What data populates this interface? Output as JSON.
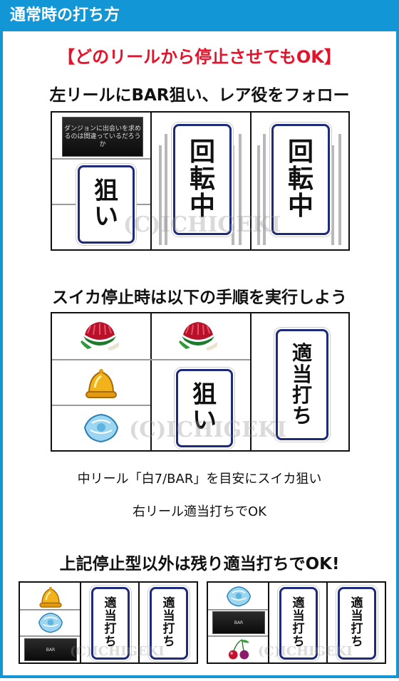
{
  "header": {
    "title": "通常時の打ち方"
  },
  "section1": {
    "red_title": "【どのリールから停止させてもOK】",
    "heading": "左リールにBAR狙い、レア役をフォロー",
    "left_logo": "ダンジョンに出会いを求めるのは間違っているだろうか",
    "left_aim": [
      "狙",
      "い"
    ],
    "spin_center": [
      "回",
      "転",
      "中"
    ],
    "spin_right": [
      "回",
      "転",
      "中"
    ],
    "watermark": "(C)ICHIGEKI"
  },
  "section2": {
    "heading": "スイカ停止時は以下の手順を実行しよう",
    "left_symbols": [
      "watermelon-icon",
      "bell-icon",
      "replay-icon"
    ],
    "center_top": "watermelon-icon",
    "center_aim": [
      "狙",
      "い"
    ],
    "right_aim": [
      "適",
      "当",
      "打",
      "ち"
    ],
    "watermark": "(C)ICHIGEKI",
    "note1": "中リール「白7/BAR」を目安にスイカ狙い",
    "note2": "右リール適当打ちでOK"
  },
  "section3": {
    "heading": "上記停止型以外は残り適当打ちでOK!",
    "a": {
      "left_symbols": [
        "bell-icon",
        "replay-icon",
        "bar-logo"
      ],
      "center": [
        "適",
        "当",
        "打",
        "ち"
      ],
      "right": [
        "適",
        "当",
        "打",
        "ち"
      ],
      "watermark": "(C)ICHIGEKI"
    },
    "b": {
      "left_symbols": [
        "replay-icon",
        "bar-logo",
        "cherry-icon"
      ],
      "center": [
        "適",
        "当",
        "打",
        "ち"
      ],
      "right": [
        "適",
        "当",
        "打",
        "ち"
      ],
      "watermark": "(C)ICHIGEKI"
    }
  },
  "colors": {
    "accent": "#1296d6",
    "red": "#e4122a",
    "pill_border": "#1e2a7a"
  }
}
